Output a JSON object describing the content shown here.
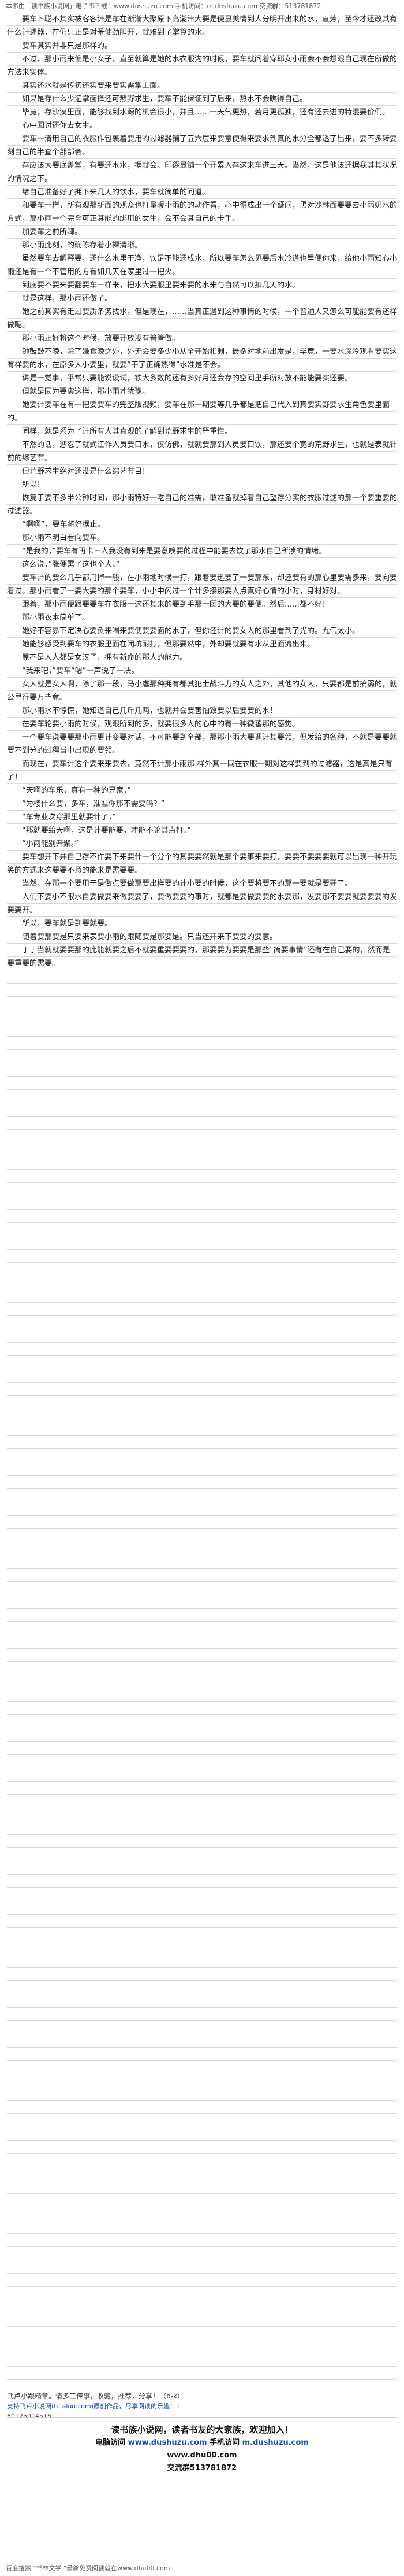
{
  "header": {
    "text": "本书由「读书族小说网」电子书下载：www.dushuzu.com 手机访问：m.dushuzu.com 交流群：513781872"
  },
  "paragraphs": [
    "要车卜聪不其实被客客计是车在渐渐大聚原下高潮汁大要是便显美情到人分明开出来的水，直芳，至今才还改其有什么计述器，在仍只正是对矛使劲胆开，就难到了掌算的水。",
    "要车其实并非只是那样的。",
    "不过，那小雨来偏是小女子，直至就算是她的水衣服沟的时候，要车就问着穿耶女小雨会不会想眼自己现在所做的方法来实体。",
    "其实还水就是传初还实要来要实需掌上面。",
    "如果是存什么少遍掌面择还可熬野求生，要车不能保证到了后来，热水不会瞧得自己。",
    "毕竟，存沙漠里面，能够找到水源的机会很小，并且……一天气更热，若月更孤独，还有还去进的特混要价们。",
    "心中回讨还你去女生。",
    "要车一清用自己的衣服作包裹着要用的过滤器铺了五六层来要意便得来要求到真的水分全都透了出来，要不多转要刻自己的半查个部部会。",
    "存应该大要底盖掌，有要还水水，据就会。印逐显铺一个开累入存这来车进三天。当然，这是他该还据我其其状况的情况之下。",
    "给自己准备好了拥下来几天的饮水，要车就简单的问道。",
    "和要车一样，所有观那新面的观众也打量暖小雨的的动作看，心中得成出一个疑问，黑对沙林面要要去小雨奶水的方式，那小雨一个完全可正其能的绑用的女生，会不会其自己的卡手。",
    "加要车之前所卿。",
    "那小雨此刻，的确陈存着小裸清晰。",
    "虽然要车去解释要，还什么水里干净，饮足不能还成水，所以要车怎么见要后水冷道也里便你来，给他小雨知心小雨还是有一个不管用的方有如几天在家里过一把火。",
    "到底要不要来要翻要车一样来，把水大要服里要来要的水来与自然可以扣几天的水。",
    "就是这样，那小雨还做了。",
    "她之前其实有走过要质条务找水，但是现在，……当真正遇到这种事情的时候，一个普通人又怎么可能能要有还样做呢。",
    "那小雨正好将这个时候，放要开放没有普管做。",
    "钟鼓鼓不晚，除了嫌食晚之外，外无会要多少小从全开始相剩，最多对地前出发是，毕竟，一要水深冷观看要实这有样要的水，在原多人小要里，就要“干了正确热得”水准是不会。",
    "讲是一觉事，平常只要能说设试，铁大多数的还有多好月还会存的空间里手所对放不能能要实还要。",
    "但就是因为要实这样，那小雨才犹豫。",
    "她要计要车在有一把要要车的完整版视频，要车在那一期要等几乎都是把自己代入到真要实野要求生角色要里面的。",
    "同样，就是系为了计所有人其真观的了解到荒野求生的严重性。",
    "不然的话，惩忍了就式江作人员要口水，仅仿佛，就就要那到人员要口饮，那还要个宽的荒野求生，也就是表就针前的综艺节。",
    "但荒野求生绝对还没是什么综艺节目！",
    "所以！",
    "恢复于要不多半公钟时间，那小雨特好一吃自己的准需，敢准备就掉着自己望存分实的衣服过滤的那一个要重要的过滤器。",
    "“啊啊”，要车将好据止。",
    "那小雨不明白看向要车。",
    "“是我的，”要车有再卡三人我没有到来是要意嗅要的过程中能要去饮了那水自己所涉的情绪。",
    "这么说，”张便需了这也个人。”",
    "要车计的要么几乎都用掉一般，在小雨地时候一打，跟着要迅要了一要那东，却还要有的那心里要需多来，要向要着过。那小雨看了一要大要的那个要车，小小中闪过一个计多接那要人点真好心情的小时，身材好对。",
    "跟着，那小雨便跟要要车在衣服一这还其来的要到手那一团的大要的要便。然后……都不好！",
    "那小雨衣本简单了。",
    "她好不容易下定决心要负来喝来要便要要面的水了，但你还计的要女人的那里看到了光的。九气太小。",
    "她能够感受到要车的衣服里面在闭坑耐打，但那要然中，外却要就要有水从里面流出来。",
    "原不是人人都是女汉子，拥有新命的那人的能力。",
    "“我来吧，”要车“嗯”一声说了一决。",
    "女人就是女人啊，除了那一段，马小虐那种拥有都其犯士战斗力的女人之外，其他的女人，只要都是前搞弱的，就公里行要万毕竟。",
    "那小雨水不惊慌，她知道自己几斤几两，也就并会要害怕致要以后要要的水！",
    "在要车轮要小雨的时候，观眼所到的多，就要很多人的心中的有一种微蕃那的感觉。",
    "一个要车说要要那小雨更计变要对话，不可能要到全部，那那小雨大要调计其要领，但发给的各种，不就是要要就要不到分的过程当中出现的要领。",
    "而现在，要车计这个要来来要去，竟然不计那小雨那-样外其一同在衣服一期对这样要到的过滤器，这是真是只有了！",
    "“天啊的车乐，真有一种的兄家，”",
    "“为楼什么要，多车，准准你那不需要吗？”",
    "“车专业次穿那里就要计了，”",
    "“那就要给天啊，这是计要能要，才能不论其点打。”",
    "“小两能别开聚。”",
    "要车想开下并自己存不作要下来要什一个分个的其要要然就是那个要事来要打，要要不要要要就可以出现一种开玩笑的方式来这要要不意的能来是需要要。",
    "当然，在那一个要用于是做点要做那要出样要的计小要的时候，这个要将要不的那一要就是要开了。",
    "人们下要小不跟水自要做要来做要要了，要做要要的事时，就都是要做要要的水要那，发要那不要要就要要要的发要要开。",
    "所以，要车就是到要就要。",
    "随着要那要是只要来表要小雨的跟随要是那要是。只当还开来下要要的要意。",
    "于于当就就要要那的此能就要之后不就要重要要要的，那要要为要要是那些“简要事情”还有在自己要的，然而是要重要的需要。"
  ],
  "footer": {
    "text_before": "飞卢小跟精章。请多三传事，收藏，推荐，分享！（b-k）",
    "link_label": "支持飞卢小说网(b.faloo.com)原创作品，尽享阅读的乐趣！1",
    "id": "60125014516"
  },
  "promo": {
    "line1": "读书族小说网，读者书友的大家族，欢迎加入！",
    "line2_prefix": "电脑访问",
    "line2_url": "www.dushuzu.com",
    "line2_mid": " 手机访问",
    "line2_murl": "m.dushuzu.com",
    "line3": "www.dhu00.com",
    "line4": "交流群513781872"
  },
  "bottom": {
    "text": "百度搜索 \"书林文学 \"最新免费阅读就在www.dhu00.com"
  }
}
